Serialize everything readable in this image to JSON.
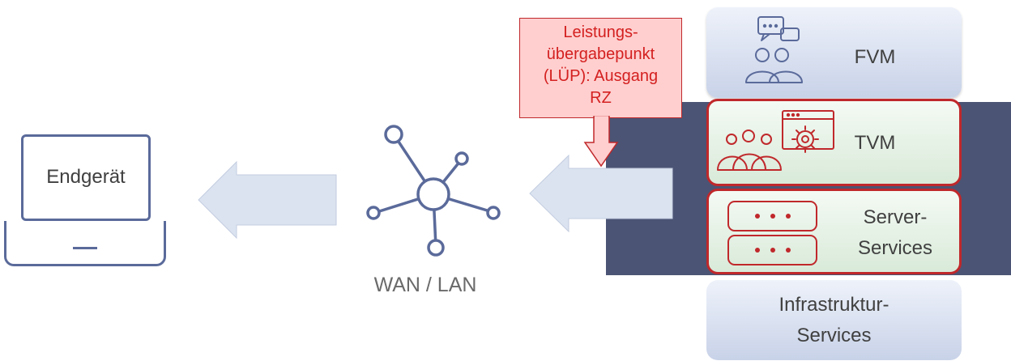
{
  "endgeraet": {
    "label": "Endgerät"
  },
  "network": {
    "label": "WAN / LAN"
  },
  "callout": {
    "lines": [
      "Leistungs-",
      "übergabepunkt",
      "(LÜP): Ausgang",
      "RZ"
    ]
  },
  "layers": {
    "fvm": {
      "label": "FVM"
    },
    "tvm": {
      "label": "TVM"
    },
    "server": {
      "line1": "Server-",
      "line2": "Services"
    },
    "infra": {
      "line1": "Infrastruktur-",
      "line2": "Services"
    }
  },
  "colors": {
    "accent_red": "#c0282b",
    "icon_blue": "#5a6a9a",
    "dark_panel": "#4b5474",
    "arrow_fill": "#dbe3f0"
  }
}
